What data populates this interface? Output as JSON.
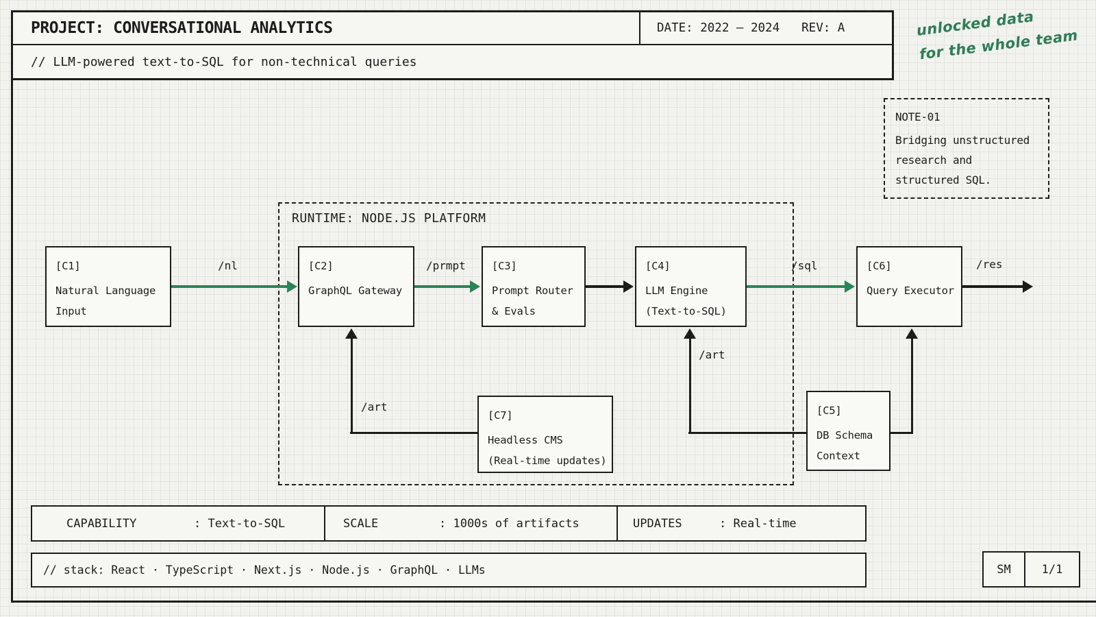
{
  "header": {
    "title": "PROJECT: CONVERSATIONAL ANALYTICS",
    "date": "DATE: 2022 — 2024",
    "rev": "REV: A",
    "subtitle": "// LLM-powered text-to-SQL for non-technical queries"
  },
  "annotation": {
    "line1": "unlocked data",
    "line2": "for the whole team"
  },
  "note": {
    "id": "NOTE-01",
    "line1": "Bridging unstructured",
    "line2": "research and",
    "line3": "structured SQL."
  },
  "runtime": {
    "label": "RUNTIME: NODE.JS PLATFORM"
  },
  "components": {
    "c1": {
      "id": "[C1]",
      "line1": "Natural Language",
      "line2": "Input"
    },
    "c2": {
      "id": "[C2]",
      "line1": "GraphQL Gateway",
      "line2": ""
    },
    "c3": {
      "id": "[C3]",
      "line1": "Prompt Router",
      "line2": "& Evals"
    },
    "c4": {
      "id": "[C4]",
      "line1": "LLM Engine",
      "line2": "(Text-to-SQL)"
    },
    "c5": {
      "id": "[C5]",
      "line1": "DB Schema",
      "line2": "Context"
    },
    "c6": {
      "id": "[C6]",
      "line1": "Query Executor",
      "line2": ""
    },
    "c7": {
      "id": "[C7]",
      "line1": "Headless CMS",
      "line2": "(Real-time updates)"
    }
  },
  "flows": {
    "nl": "/nl",
    "prmpt": "/prmpt",
    "sql": "/sql",
    "res": "/res",
    "art_cms": "/art",
    "art_schema": "/art"
  },
  "specs": [
    {
      "label": "CAPABILITY",
      "value": ": Text-to-SQL"
    },
    {
      "label": "SCALE",
      "value": ": 1000s of artifacts"
    },
    {
      "label": "UPDATES",
      "value": ": Real-time"
    }
  ],
  "stack": {
    "text": "// stack:  React · TypeScript · Next.js · Node.js · GraphQL · LLMs"
  },
  "footer": {
    "initials": "SM",
    "page": "1/1"
  },
  "colors": {
    "ink": "#1c1c1a",
    "accent_green": "#2a8456",
    "handwriting_green": "#2e7d54"
  }
}
